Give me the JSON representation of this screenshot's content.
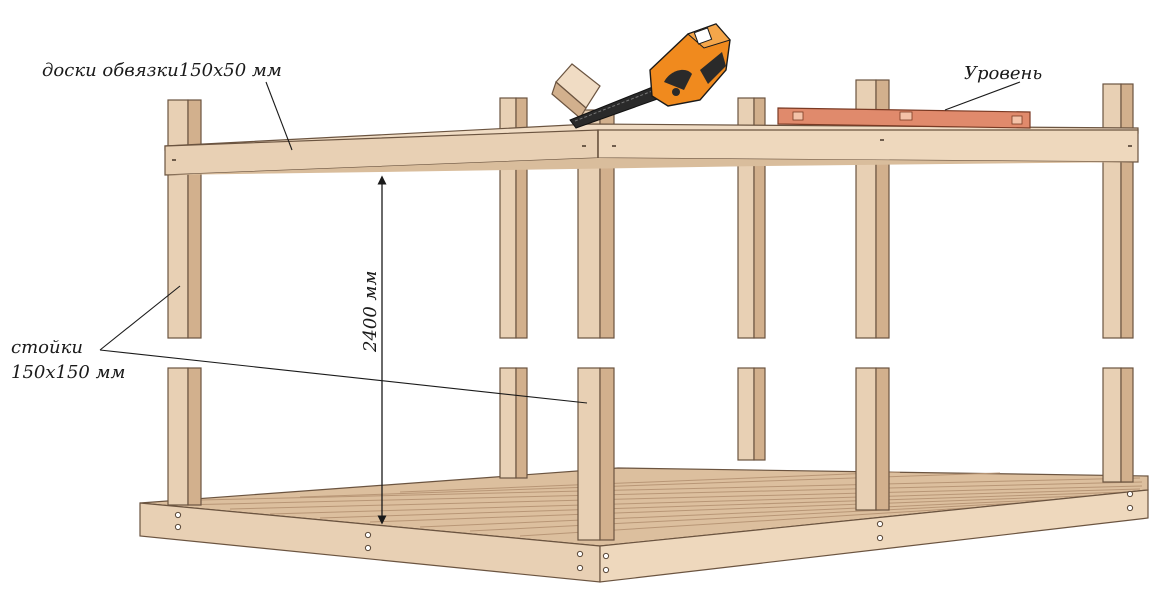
{
  "labels": {
    "top_boards": "доски обвязки150х50 мм",
    "level": "Уровень",
    "posts_line1": "стойки",
    "posts_line2": "150х150 мм",
    "height": "2400 мм"
  },
  "colors": {
    "wood_front": "#e8d0b4",
    "wood_side": "#d2b08d",
    "wood_light": "#f0dcc4",
    "outline": "#6b5440",
    "level_tool": "#e08a6c",
    "saw_orange": "#f08a1e",
    "saw_dark": "#2a2a2a",
    "floor_plank_line": "#b89676"
  },
  "icons": {
    "chainsaw": "chainsaw-icon",
    "level_tool": "spirit-level-icon",
    "dimension_arrow": "double-arrow-icon"
  }
}
